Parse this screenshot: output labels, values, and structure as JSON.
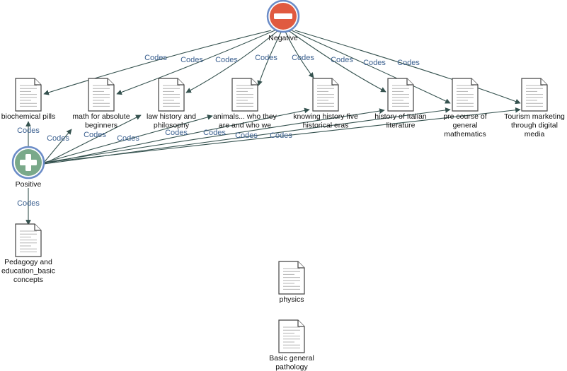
{
  "graph": {
    "codes": [
      {
        "id": "negative",
        "label": "Negative",
        "color": "#e05a40",
        "ring": "#6b8cc7",
        "icon": "minus-icon"
      },
      {
        "id": "positive",
        "label": "Positive",
        "color": "#7aa98a",
        "ring": "#6b8cc7",
        "icon": "plus-icon"
      }
    ],
    "documents": [
      {
        "id": "biochemical",
        "label": [
          "biochemical pills"
        ]
      },
      {
        "id": "math",
        "label": [
          "math for absolute",
          "beginners"
        ]
      },
      {
        "id": "law",
        "label": [
          "law history and",
          "philosophy"
        ]
      },
      {
        "id": "animals",
        "label": [
          "animals... who they",
          "are and who we"
        ]
      },
      {
        "id": "knowing",
        "label": [
          "knowing history five",
          "historical eras"
        ]
      },
      {
        "id": "italian",
        "label": [
          "history of Italian",
          "literature"
        ]
      },
      {
        "id": "precourse",
        "label": [
          "pre course of",
          "general",
          "mathematics"
        ]
      },
      {
        "id": "tourism",
        "label": [
          "Tourism marketing",
          "through digital",
          "media"
        ]
      },
      {
        "id": "pedagogy",
        "label": [
          "Pedagogy and",
          "education_basic",
          "concepts"
        ]
      },
      {
        "id": "physics",
        "label": [
          "physics"
        ]
      },
      {
        "id": "pathology",
        "label": [
          "Basic general",
          "pathology"
        ]
      }
    ],
    "edge_label": "Codes",
    "edges": [
      {
        "from": "negative",
        "to": "biochemical"
      },
      {
        "from": "negative",
        "to": "math"
      },
      {
        "from": "negative",
        "to": "law"
      },
      {
        "from": "negative",
        "to": "animals"
      },
      {
        "from": "negative",
        "to": "knowing"
      },
      {
        "from": "negative",
        "to": "italian"
      },
      {
        "from": "negative",
        "to": "precourse"
      },
      {
        "from": "negative",
        "to": "tourism"
      },
      {
        "from": "positive",
        "to": "biochemical"
      },
      {
        "from": "positive",
        "to": "math"
      },
      {
        "from": "positive",
        "to": "law"
      },
      {
        "from": "positive",
        "to": "animals"
      },
      {
        "from": "positive",
        "to": "knowing"
      },
      {
        "from": "positive",
        "to": "italian"
      },
      {
        "from": "positive",
        "to": "precourse"
      },
      {
        "from": "positive",
        "to": "tourism"
      },
      {
        "from": "positive",
        "to": "pedagogy"
      }
    ]
  }
}
